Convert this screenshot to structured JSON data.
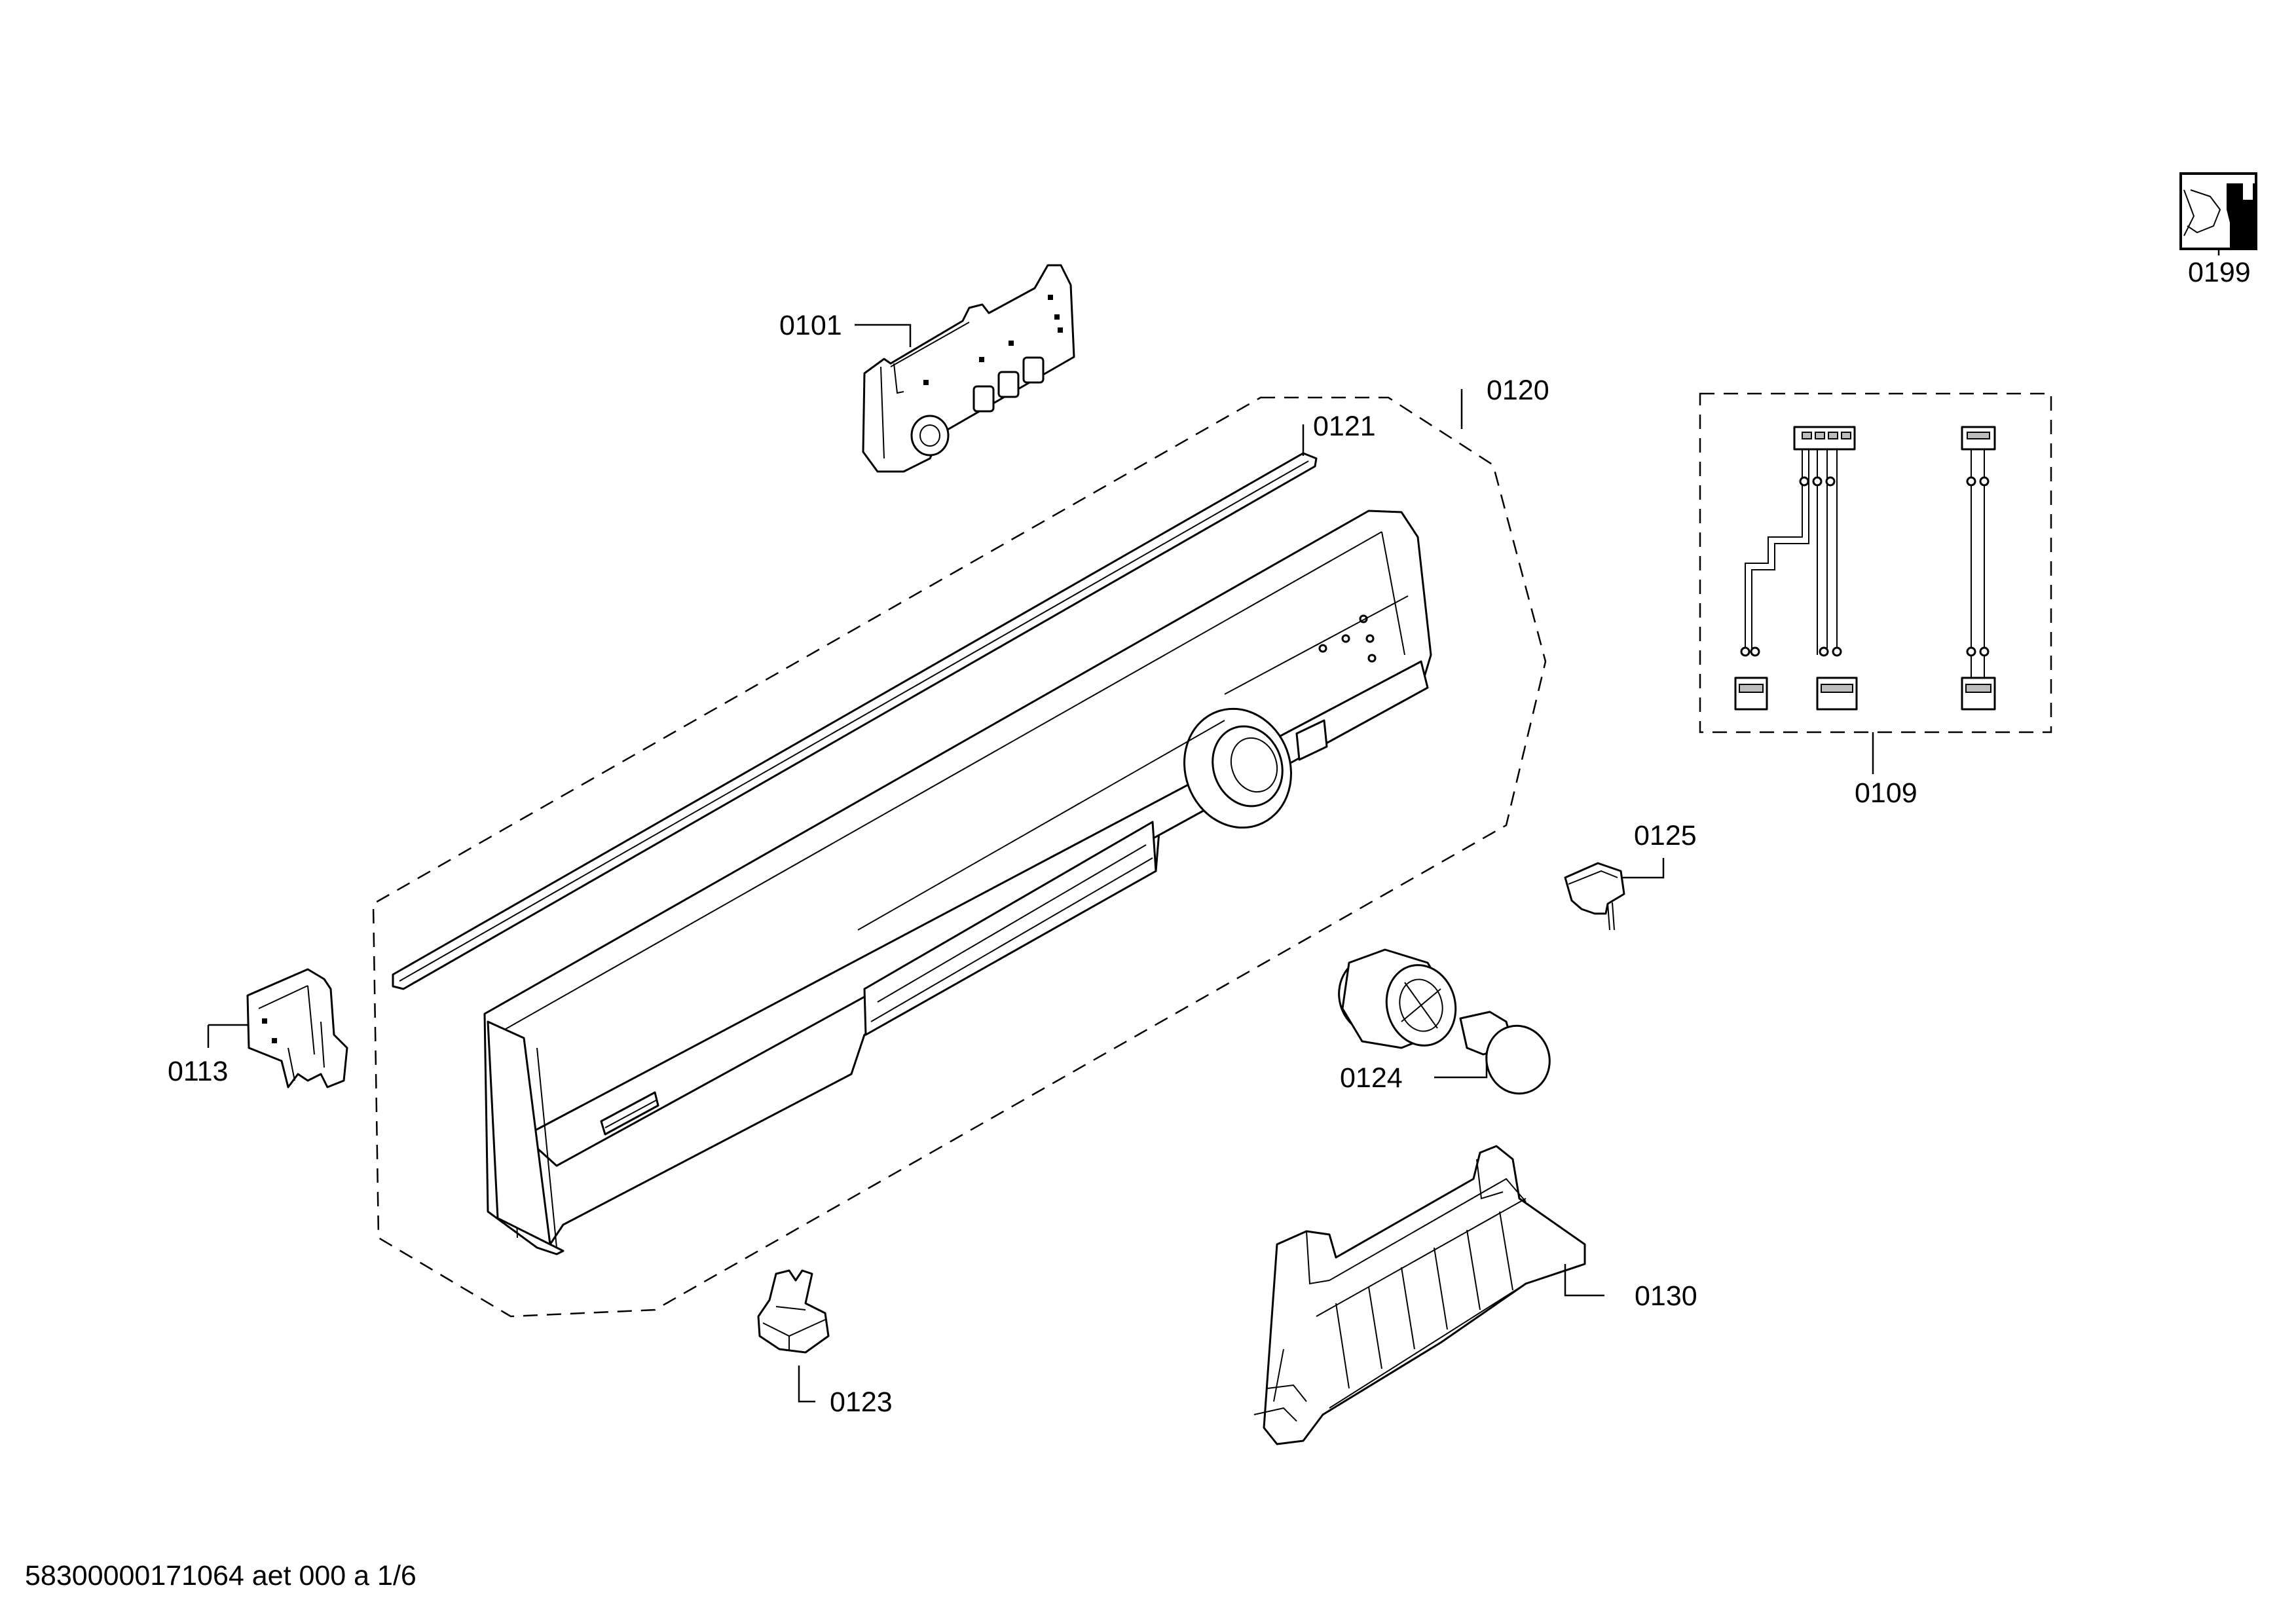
{
  "labels": {
    "p0101": "0101",
    "p0109": "0109",
    "p0113": "0113",
    "p0120": "0120",
    "p0121": "0121",
    "p0123": "0123",
    "p0124": "0124",
    "p0125": "0125",
    "p0130": "0130",
    "p0199": "0199"
  },
  "footer": {
    "doc_id": "58300000171064 aet 000 a 1/6"
  }
}
